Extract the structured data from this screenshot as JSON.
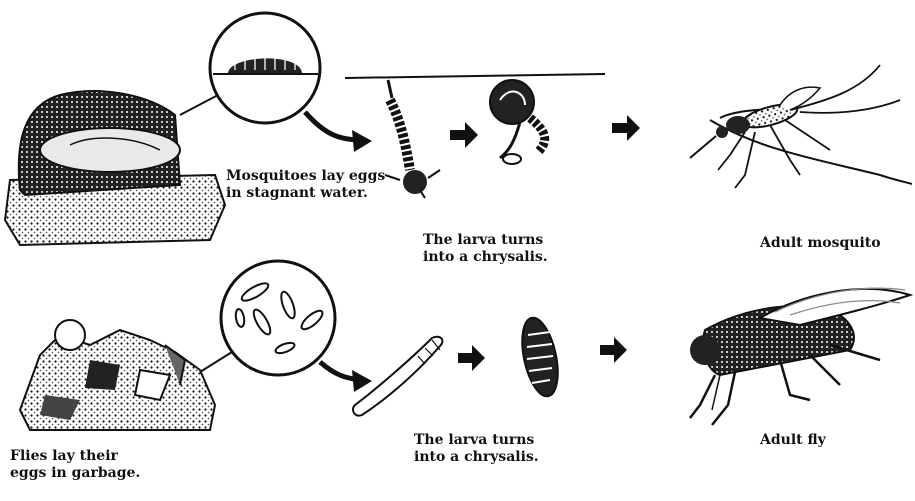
{
  "mosquito_row": {
    "caption_1": "Mosquitoes lay eggs\nin stagnant water.",
    "caption_2": "The larva turns\ninto a chrysalis.",
    "caption_3": "Adult mosquito"
  },
  "fly_row": {
    "caption_1": "Flies lay their\neggs in garbage.",
    "caption_2": "The larva turns\ninto a chrysalis.",
    "caption_3": "Adult fly"
  },
  "colors": {
    "ink": "#111111",
    "paper": "#ffffff",
    "gray": "#8a8a8a"
  }
}
